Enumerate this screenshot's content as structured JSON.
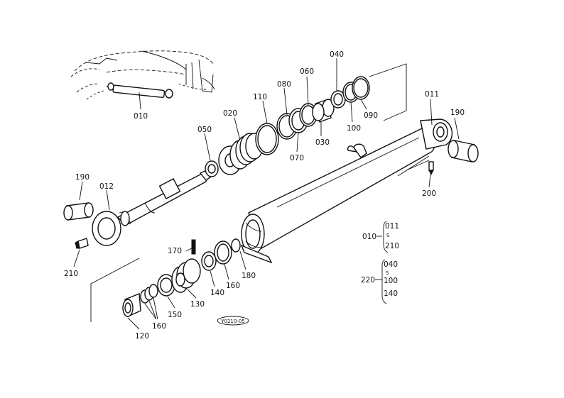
{
  "labels": {
    "p010": "010",
    "p011": "011",
    "p012": "012",
    "p020": "020",
    "p030": "030",
    "p040": "040",
    "p050": "050",
    "p060": "060",
    "p070": "070",
    "p080": "080",
    "p090": "090",
    "p100": "100",
    "p110": "110",
    "p120": "120",
    "p130": "130",
    "p140": "140",
    "p150": "150",
    "p160a": "160",
    "p160b": "160",
    "p170": "170",
    "p180": "180",
    "p190a": "190",
    "p190b": "190",
    "p200": "200",
    "p210": "210"
  },
  "legend": {
    "g1_parent": "010",
    "g1_first": "011",
    "g1_tilde": "S",
    "g1_last": "210",
    "g2_parent": "220",
    "g2_first": "040",
    "g2_tilde": "S",
    "g2_mid": "100",
    "g2_last": "140"
  },
  "drawing_code": "Y0210-05"
}
